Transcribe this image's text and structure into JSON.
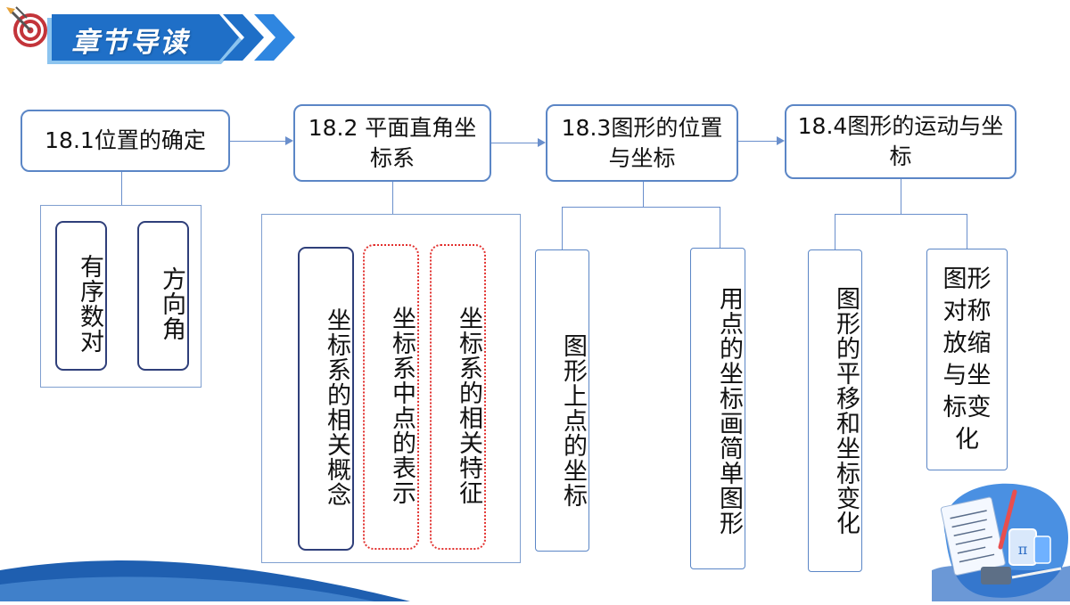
{
  "header": {
    "title": "章节导读",
    "banner_color": "#1f6fc7",
    "banner_light_color": "#8cc4ef",
    "icon": "dart-target-icon"
  },
  "sections": [
    {
      "title": "18.1位置的确定",
      "children": [
        "有序数对",
        "方向角"
      ]
    },
    {
      "title": "18.2 平面直角坐标系",
      "children": [
        "坐标系的相关概念",
        "坐标系中点的表示",
        "坐标系的相关特征"
      ]
    },
    {
      "title": "18.3图形的位置与坐标",
      "children": [
        "图形上点的坐标",
        "用点的坐标画简单图形"
      ]
    },
    {
      "title": "18.4图形的运动与坐标",
      "children": [
        "图形的平移和坐标变化",
        "图形对称放缩与坐标变化"
      ]
    }
  ],
  "decorations": {
    "bottom_wave_color": "#1f5fb0",
    "corner_illustration": "math-notebook-illustration-icon",
    "pi_symbol": "π"
  }
}
